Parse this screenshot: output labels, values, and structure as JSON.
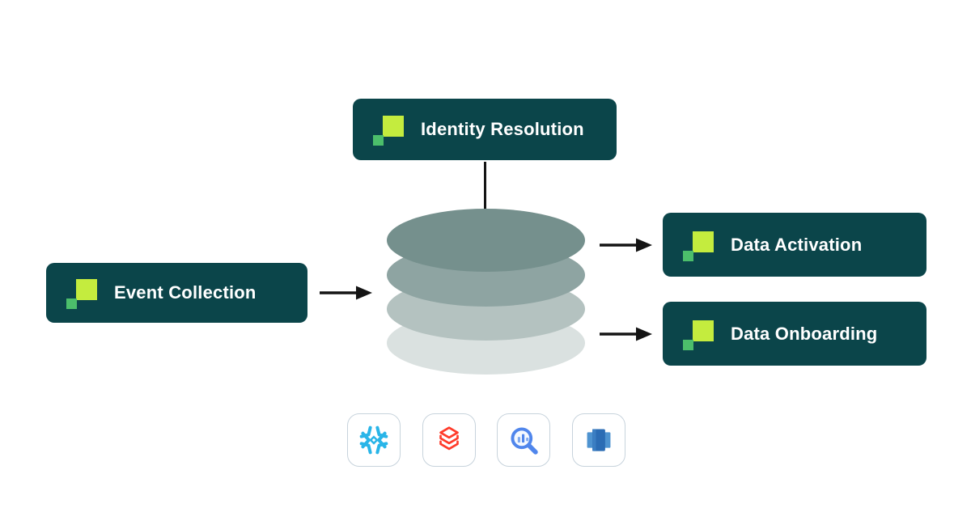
{
  "diagram": {
    "nodes": {
      "identity_resolution": {
        "label": "Identity Resolution"
      },
      "event_collection": {
        "label": "Event Collection"
      },
      "data_activation": {
        "label": "Data Activation"
      },
      "data_onboarding": {
        "label": "Data Onboarding"
      }
    },
    "warehouses": [
      {
        "name": "snowflake-logo"
      },
      {
        "name": "databricks-logo"
      },
      {
        "name": "bigquery-logo"
      },
      {
        "name": "amazon-redshift-logo"
      }
    ],
    "colors": {
      "node_background": "#0B454A",
      "node_text": "#FFFFFF",
      "logo_lime": "#C4EC3E",
      "logo_green": "#4CBE6B",
      "arrow": "#141414",
      "cylinder_layers": [
        "#75908D",
        "#8EA4A2",
        "#B4C2C0",
        "#DAE1E0"
      ],
      "card_border": "#C7D3DC",
      "snowflake_blue": "#29B5E8",
      "databricks_red": "#FF3B2A",
      "bigquery_blue": "#5086EC",
      "redshift_dark_blue": "#2B6CB4",
      "redshift_light_blue": "#4E93D0"
    }
  }
}
